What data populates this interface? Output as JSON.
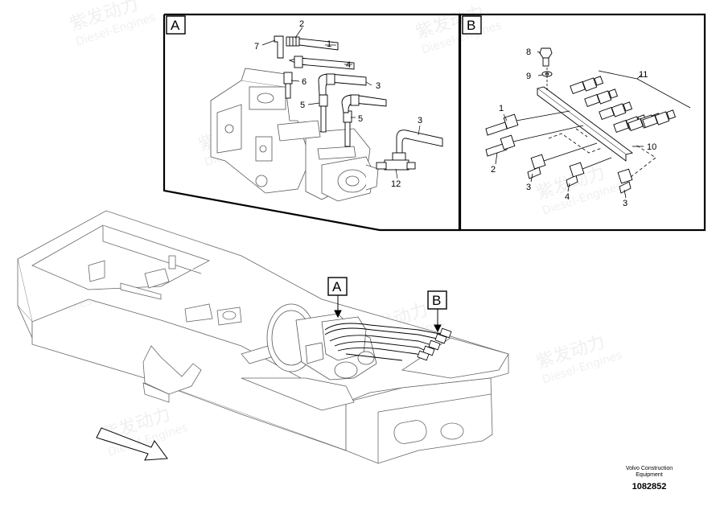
{
  "watermark": {
    "chinese": "紫发动力",
    "latin": "Diesel-Engines"
  },
  "detail_a": {
    "box_label": "A",
    "callouts": [
      "2",
      "1",
      "7",
      "4",
      "6",
      "3",
      "5",
      "5",
      "3",
      "12"
    ]
  },
  "detail_b": {
    "box_label": "B",
    "callouts": [
      "8",
      "9",
      "11",
      "1",
      "2",
      "3",
      "4",
      "3",
      "10"
    ]
  },
  "main_view": {
    "marker_a": "A",
    "marker_b": "B"
  },
  "footer": {
    "maker": "Volvo Construction Equipment",
    "drawing_number": "1082852"
  }
}
